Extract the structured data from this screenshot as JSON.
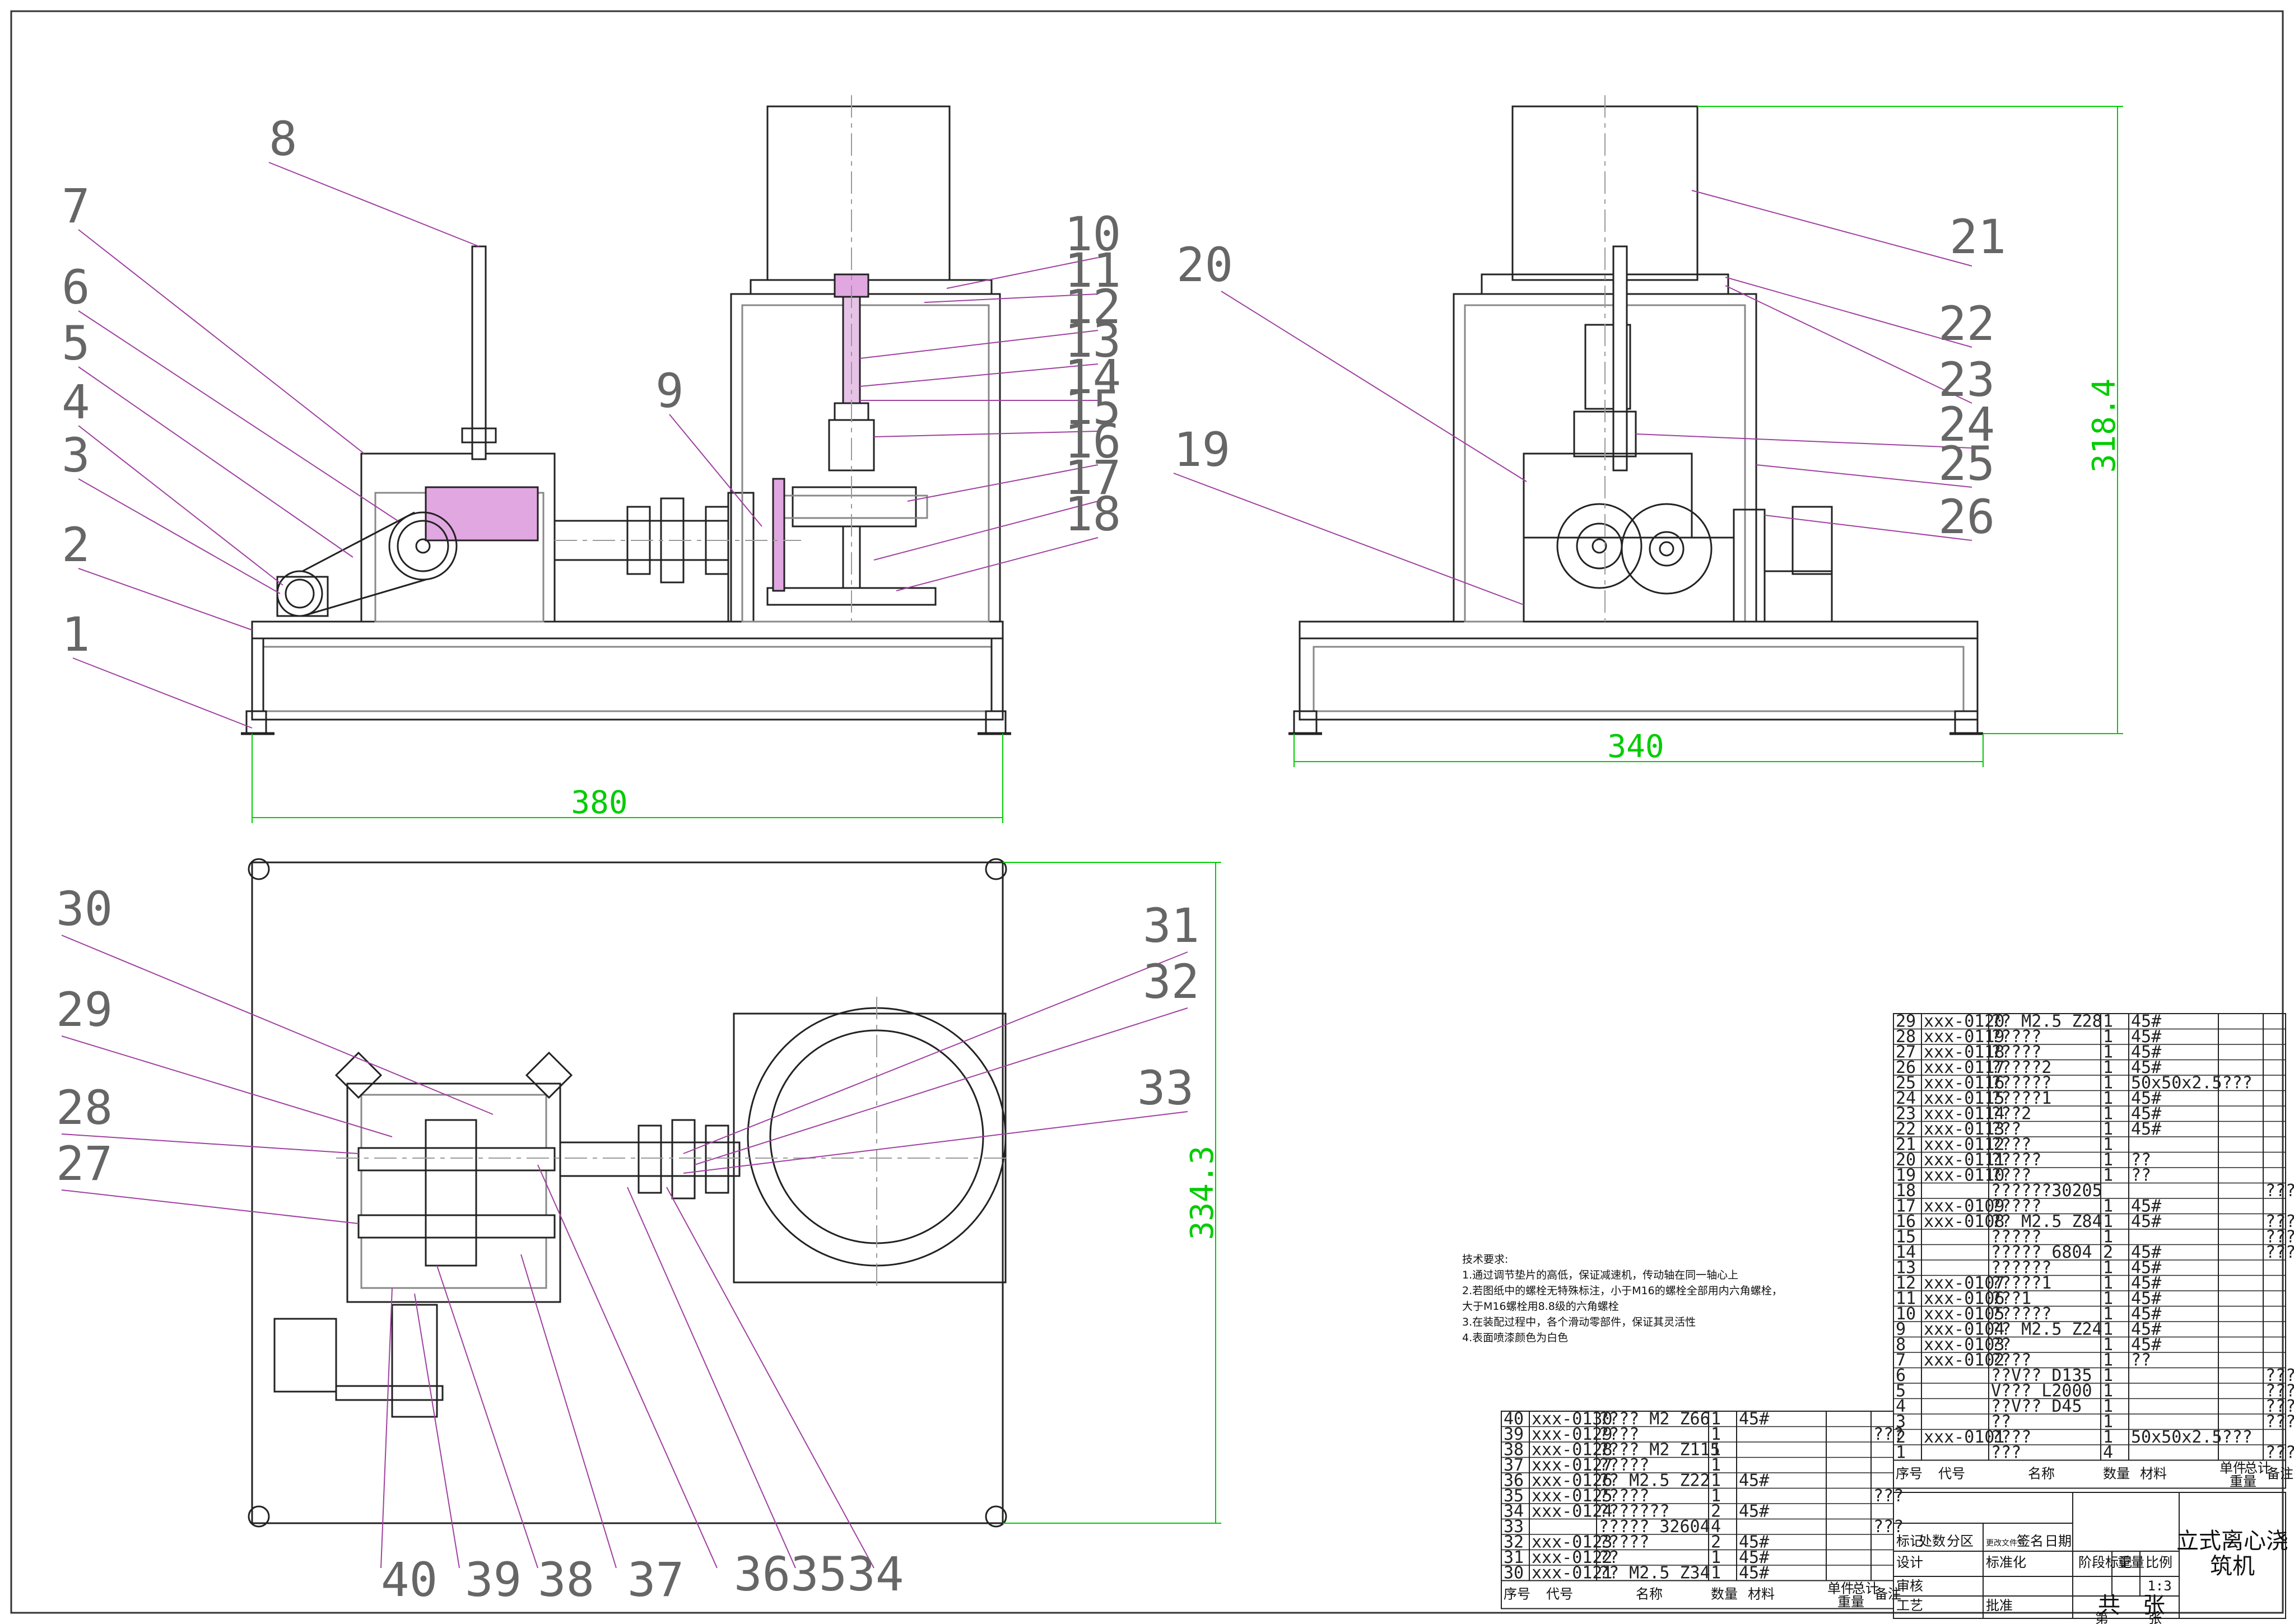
{
  "dimensions": {
    "front_width": "380",
    "side_width": "340",
    "side_height": "318.4",
    "plan_height": "334.3"
  },
  "leaders": {
    "front": [
      "1",
      "2",
      "3",
      "4",
      "5",
      "6",
      "7",
      "8",
      "9",
      "10",
      "11",
      "12",
      "13",
      "14",
      "15",
      "16",
      "17",
      "18"
    ],
    "side": [
      "19",
      "20",
      "21",
      "22",
      "23",
      "24",
      "25",
      "26"
    ],
    "plan_left": [
      "27",
      "28",
      "29",
      "30"
    ],
    "plan_right": [
      "31",
      "32",
      "33"
    ],
    "plan_bottom": [
      "40",
      "39",
      "38",
      "37",
      "363534"
    ]
  },
  "tech_notes": [
    "技术要求:",
    "1.通过调节垫片的高低，保证减速机，传动轴在同一轴心上",
    "2.若图纸中的螺栓无特殊标注，小于M16的螺栓全部用内六角螺栓，",
    "   大于M16螺栓用8.8级的六角螺栓",
    "3.在装配过程中，各个滑动零部件，保证其灵活性",
    "4.表面喷漆颜色为白色"
  ],
  "bom_right": [
    {
      "no": "29",
      "code": "xxx-0120",
      "name": "??  M2.5  Z28",
      "qty": "1",
      "mat": "45#",
      "note": ""
    },
    {
      "no": "28",
      "code": "xxx-0119",
      "name": "?????",
      "qty": "1",
      "mat": "45#",
      "note": ""
    },
    {
      "no": "27",
      "code": "xxx-0118",
      "name": "?????",
      "qty": "1",
      "mat": "45#",
      "note": ""
    },
    {
      "no": "26",
      "code": "xxx-0117",
      "name": "?????2",
      "qty": "1",
      "mat": "45#",
      "note": ""
    },
    {
      "no": "25",
      "code": "xxx-0116",
      "name": "??????",
      "qty": "1",
      "mat": "50x50x2.5???",
      "note": ""
    },
    {
      "no": "24",
      "code": "xxx-0115",
      "name": "?????1",
      "qty": "1",
      "mat": "45#",
      "note": ""
    },
    {
      "no": "23",
      "code": "xxx-0114",
      "name": "???2",
      "qty": "1",
      "mat": "45#",
      "note": ""
    },
    {
      "no": "22",
      "code": "xxx-0113",
      "name": "???",
      "qty": "1",
      "mat": "45#",
      "note": ""
    },
    {
      "no": "21",
      "code": "xxx-0112",
      "name": "????",
      "qty": "1",
      "mat": "",
      "note": ""
    },
    {
      "no": "20",
      "code": "xxx-0111",
      "name": "?????",
      "qty": "1",
      "mat": "??",
      "note": ""
    },
    {
      "no": "19",
      "code": "xxx-0110",
      "name": " ????",
      "qty": "1",
      "mat": "??",
      "note": ""
    },
    {
      "no": "18",
      "code": "",
      "name": "??????30205",
      "qty": "",
      "mat": "",
      "note": "???"
    },
    {
      "no": "17",
      "code": "xxx-0109",
      "name": "?????",
      "qty": "1",
      "mat": "45#",
      "note": ""
    },
    {
      "no": "16",
      "code": "xxx-0108",
      "name": "??  M2.5  Z84",
      "qty": "1",
      "mat": "45#",
      "note": "???"
    },
    {
      "no": "15",
      "code": "",
      "name": "?????",
      "qty": "1",
      "mat": "",
      "note": "???"
    },
    {
      "no": "14",
      "code": "",
      "name": "?????  6804",
      "qty": "2",
      "mat": "45#",
      "note": "???"
    },
    {
      "no": "13",
      "code": "",
      "name": "??????",
      "qty": "1",
      "mat": "45#",
      "note": ""
    },
    {
      "no": "12",
      "code": "xxx-0107",
      "name": "?????1",
      "qty": "1",
      "mat": "45#",
      "note": ""
    },
    {
      "no": "11",
      "code": "xxx-0106",
      "name": "???1",
      "qty": "1",
      "mat": "45#",
      "note": ""
    },
    {
      "no": "10",
      "code": "xxx-0105",
      "name": "??????",
      "qty": "1",
      "mat": "45#",
      "note": ""
    },
    {
      "no": "9",
      "code": "xxx-0104",
      "name": "??  M2.5  Z24",
      "qty": "1",
      "mat": "45#",
      "note": ""
    },
    {
      "no": "8",
      "code": "xxx-0103",
      "name": " ??",
      "qty": "1",
      "mat": "45#",
      "note": ""
    },
    {
      "no": "7",
      "code": "xxx-0102",
      "name": " ????",
      "qty": "1",
      "mat": "??",
      "note": ""
    },
    {
      "no": "6",
      "code": "",
      "name": "??V??  D135",
      "qty": "1",
      "mat": "",
      "note": "???"
    },
    {
      "no": "5",
      "code": "",
      "name": "V???  L2000",
      "qty": "1",
      "mat": "",
      "note": "???"
    },
    {
      "no": "4",
      "code": "",
      "name": "??V??  D45",
      "qty": "1",
      "mat": "",
      "note": "???"
    },
    {
      "no": "3",
      "code": "",
      "name": "??",
      "qty": "1",
      "mat": "",
      "note": "???"
    },
    {
      "no": "2",
      "code": "xxx-0101",
      "name": "????",
      "qty": "1",
      "mat": "50x50x2.5???",
      "note": ""
    },
    {
      "no": "1",
      "code": "",
      "name": "???",
      "qty": "4",
      "mat": "",
      "note": "???"
    }
  ],
  "bom_left": [
    {
      "no": "40",
      "code": "xxx-0130",
      "name": "????  M2  Z66",
      "qty": "1",
      "mat": "45#",
      "note": ""
    },
    {
      "no": "39",
      "code": "xxx-0129",
      "name": "????",
      "qty": "1",
      "mat": "",
      "note": "???"
    },
    {
      "no": "38",
      "code": "xxx-0128",
      "name": "????  M2  Z115",
      "qty": "1",
      "mat": "",
      "note": ""
    },
    {
      "no": "37",
      "code": "xxx-0127",
      "name": "?????",
      "qty": "1",
      "mat": "",
      "note": ""
    },
    {
      "no": "36",
      "code": "xxx-0126",
      "name": "??  M2.5  Z22",
      "qty": "1",
      "mat": "45#",
      "note": ""
    },
    {
      "no": "35",
      "code": "xxx-0125",
      "name": "?????",
      "qty": "1",
      "mat": "",
      "note": "???"
    },
    {
      "no": "34",
      "code": "xxx-0124",
      "name": "???????",
      "qty": "2",
      "mat": "45#",
      "note": ""
    },
    {
      "no": "33",
      "code": "",
      "name": "?????  32604",
      "qty": "4",
      "mat": "",
      "note": "???"
    },
    {
      "no": "32",
      "code": "xxx-0123",
      "name": "?????",
      "qty": "2",
      "mat": "45#",
      "note": ""
    },
    {
      "no": "31",
      "code": "xxx-0122",
      "name": "??",
      "qty": "1",
      "mat": "45#",
      "note": ""
    },
    {
      "no": "30",
      "code": "xxx-0121",
      "name": "??  M2.5  Z34",
      "qty": "1",
      "mat": "45#",
      "note": ""
    }
  ],
  "bom_headers": {
    "no": "序号",
    "code": "代号",
    "name": "名称",
    "qty": "数量",
    "mat": "材料",
    "unit": "单件",
    "total": "总计",
    "weight": "重量",
    "note": "备注"
  },
  "title_block": {
    "title_line1": "立式离心浇",
    "title_line2": "筑机",
    "scale": "1:3",
    "r1": [
      "标记",
      "处数",
      "分区",
      "更改文件号",
      "签名",
      "日期"
    ],
    "r2": [
      "设计",
      "标准化"
    ],
    "r3": [
      "审核"
    ],
    "r4": [
      "工艺",
      "批准"
    ],
    "stage": [
      "阶段标记",
      "重量",
      "比例"
    ],
    "sheets_a": "共",
    "sheets_b": "张",
    "sheets_c": "第",
    "sheets_d": "张"
  },
  "colors": {
    "line": "#222222",
    "hidden": "#9a9a9a",
    "dimension": "#00cc00",
    "leader": "#a040a0",
    "fill": "#c76bc7"
  }
}
